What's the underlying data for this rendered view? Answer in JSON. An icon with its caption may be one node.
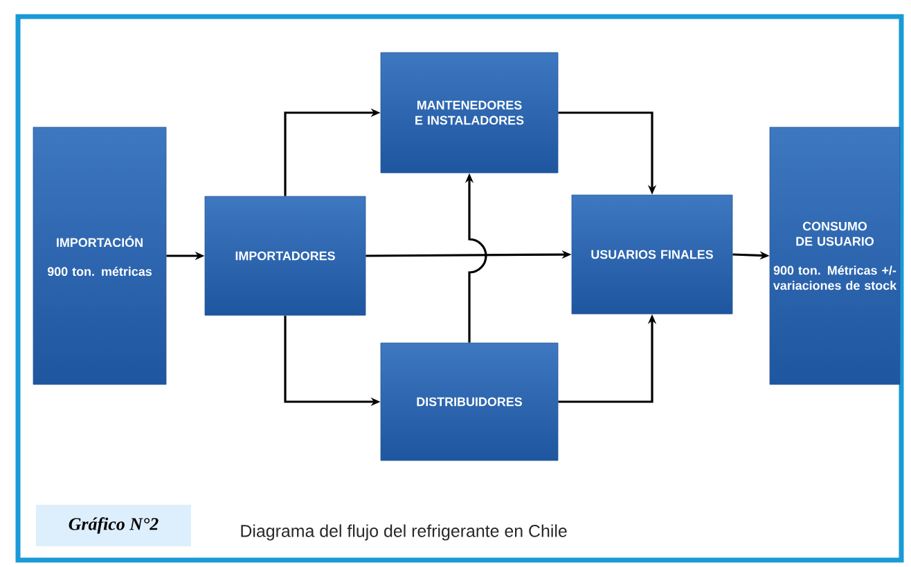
{
  "diagram": {
    "title": "Gráfico N°2",
    "caption": "Diagrama del flujo del refrigerante en Chile",
    "nodes": [
      {
        "text": [
          "IMPORTACIÓN",
          "900 ton. métricas"
        ]
      },
      {
        "text": [
          "IMPORTADORES"
        ]
      },
      {
        "text": [
          "MANTENEDORES E INSTALADORES"
        ]
      },
      {
        "text": [
          "DISTRIBUIDORES"
        ]
      },
      {
        "text": [
          "USUARIOS FINALES"
        ]
      },
      {
        "text": [
          "CONSUMO DE USUARIO",
          "900 ton. Métricas +/- variaciones de stock"
        ]
      }
    ],
    "edges": [
      {
        "from": 0,
        "to": 1,
        "arrow": "to"
      },
      {
        "from": 1,
        "to": 2,
        "arrow": "to"
      },
      {
        "from": 1,
        "to": 4,
        "arrow": "to"
      },
      {
        "from": 1,
        "to": 3,
        "arrow": "to"
      },
      {
        "from": 3,
        "to": 2,
        "arrow": "to"
      },
      {
        "from": 2,
        "to": 4,
        "arrow": "to"
      },
      {
        "from": 3,
        "to": 4,
        "arrow": "to"
      },
      {
        "from": 4,
        "to": 5,
        "arrow": "to"
      }
    ]
  }
}
